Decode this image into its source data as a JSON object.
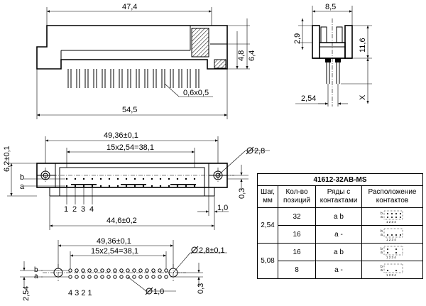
{
  "dimensions": {
    "top_width": "47,4",
    "total_length": "54,5",
    "pin_size": "0,6x0,5",
    "height_4_8": "4,8",
    "height_6_4": "6,4",
    "side_width": "8,5",
    "side_2_9": "2,9",
    "side_11_6": "11,6",
    "side_2_54": "2,54",
    "side_x": "X",
    "front_49_36": "49,36±0,1",
    "front_15x254": "15x2,54=38,1",
    "front_6_2": "6,2±0,1",
    "front_hole": "2,8",
    "front_0_3": "0,3",
    "front_1_0": "1,0",
    "front_44_6": "44,6±0,2",
    "row_b": "b",
    "row_a": "a",
    "pin_1": "1",
    "pin_2": "2",
    "pin_3": "3",
    "pin_4": "4",
    "bottom_49_36": "49,36±0,1",
    "bottom_15x254": "15x2,54=38,1",
    "bottom_hole": "2,8±0,1",
    "bottom_pin_hole": "1,0",
    "bottom_2_54": "2,54",
    "bottom_0_3": "0,3",
    "bottom_b": "b",
    "bottom_a": "a",
    "bottom_pins": "4 3 2 1"
  },
  "table": {
    "title": "41612-32AB-MS",
    "headers": [
      "Шаг, мм",
      "Кол-во позиций",
      "Ряды с контактами",
      "Расположение контактов"
    ],
    "groups": [
      {
        "pitch": "2,54",
        "rows": [
          {
            "positions": "32",
            "rows_label": "a b",
            "layout": "ab"
          },
          {
            "positions": "16",
            "rows_label": "a -",
            "layout": "a"
          }
        ]
      },
      {
        "pitch": "5,08",
        "rows": [
          {
            "positions": "16",
            "rows_label": "a b",
            "layout": "ab"
          },
          {
            "positions": "8",
            "rows_label": "a -",
            "layout": "a"
          }
        ]
      }
    ],
    "mini_labels": {
      "b": "b",
      "a": "a",
      "nums": "1 2 3 4"
    }
  }
}
